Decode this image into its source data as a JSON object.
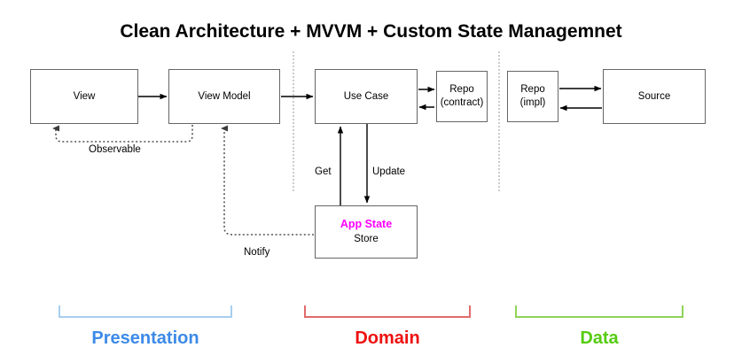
{
  "title": "Clean Architecture + MVVM + Custom State Managemnet",
  "colors": {
    "presentation": "#3c8ae8",
    "presentation_bracket": "#a8cff0",
    "domain": "#ee1111",
    "domain_bracket": "#e06b6b",
    "data": "#55cc11",
    "data_bracket": "#8fd45a",
    "app_state_accent": "#ff00ff",
    "node_border": "#666666",
    "separator": "#cccccc",
    "arrow": "#000000",
    "dotted_arrow": "#555555"
  },
  "nodes": [
    {
      "id": "view",
      "label": "View",
      "sublabel": ""
    },
    {
      "id": "view-model",
      "label": "View Model",
      "sublabel": ""
    },
    {
      "id": "use-case",
      "label": "Use Case",
      "sublabel": ""
    },
    {
      "id": "repo-contract",
      "label": "Repo",
      "sublabel": "(contract)"
    },
    {
      "id": "repo-impl",
      "label": "Repo",
      "sublabel": "(impl)"
    },
    {
      "id": "source",
      "label": "Source",
      "sublabel": ""
    },
    {
      "id": "app-state",
      "label": "App State",
      "sublabel": "Store"
    }
  ],
  "edge_labels": {
    "observable": "Observable",
    "notify": "Notify",
    "get": "Get",
    "update": "Update"
  },
  "layers": [
    {
      "id": "presentation",
      "label": "Presentation"
    },
    {
      "id": "domain",
      "label": "Domain"
    },
    {
      "id": "data",
      "label": "Data"
    }
  ]
}
